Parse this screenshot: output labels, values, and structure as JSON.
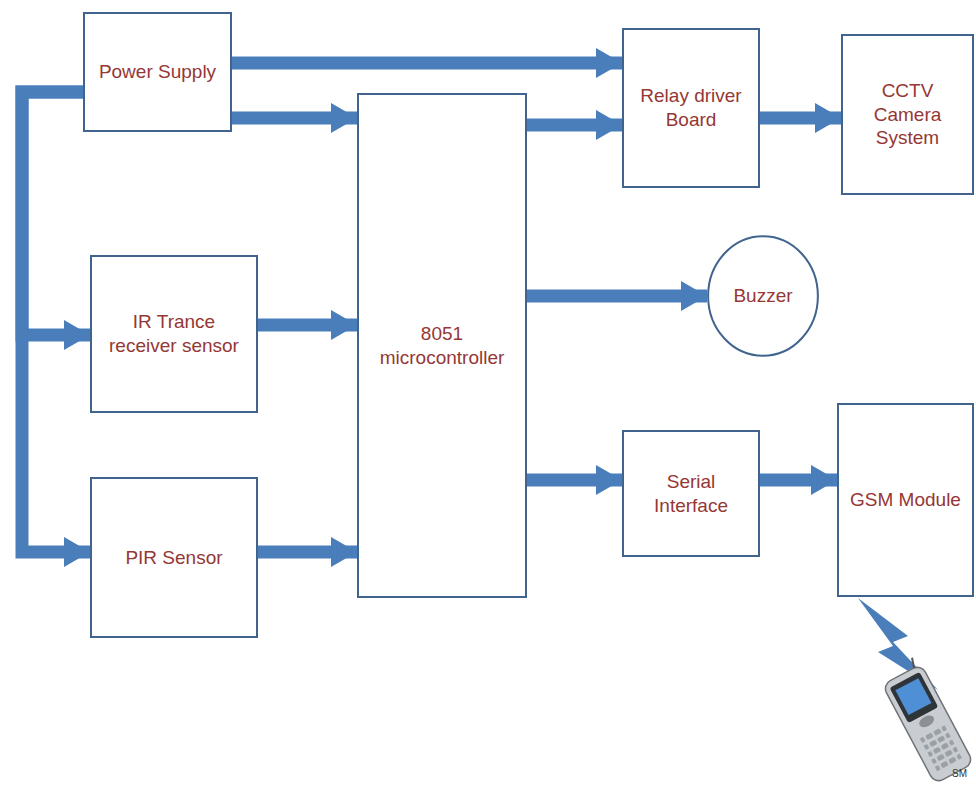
{
  "diagram": {
    "nodes": [
      {
        "text": [
          "Power Supply"
        ]
      },
      {
        "text": [
          "IR Trance receiver sensor"
        ]
      },
      {
        "text": [
          "PIR Sensor"
        ]
      },
      {
        "text": [
          "8051 microcontroller"
        ]
      },
      {
        "text": [
          "Relay driver Board"
        ]
      },
      {
        "text": [
          "CCTV Camera System"
        ]
      },
      {
        "text": [
          "Buzzer"
        ]
      },
      {
        "text": [
          "Serial Interface"
        ]
      },
      {
        "text": [
          "GSM Module"
        ]
      }
    ],
    "edges": [
      {
        "from": 0,
        "to": 4,
        "arrow": "to"
      },
      {
        "from": 0,
        "to": 3,
        "arrow": "to"
      },
      {
        "from": 0,
        "to": 1,
        "arrow": "to"
      },
      {
        "from": 0,
        "to": 2,
        "arrow": "to"
      },
      {
        "from": 1,
        "to": 3,
        "arrow": "to"
      },
      {
        "from": 2,
        "to": 3,
        "arrow": "to"
      },
      {
        "from": 3,
        "to": 4,
        "arrow": "to"
      },
      {
        "from": 3,
        "to": 6,
        "arrow": "to"
      },
      {
        "from": 3,
        "to": 7,
        "arrow": "to"
      },
      {
        "from": 4,
        "to": 5,
        "arrow": "to"
      },
      {
        "from": 7,
        "to": 8,
        "arrow": "to"
      }
    ],
    "labels": [
      "SM"
    ]
  }
}
